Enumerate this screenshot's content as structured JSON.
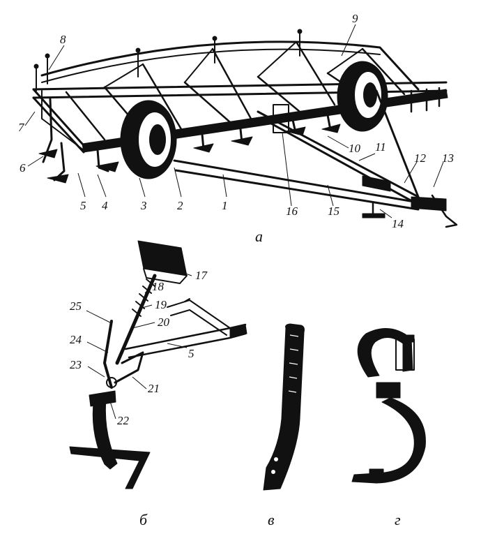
{
  "figure_a": {
    "caption": "а",
    "labels": [
      "1",
      "2",
      "3",
      "4",
      "5",
      "6",
      "7",
      "8",
      "9",
      "10",
      "11",
      "12",
      "13",
      "14",
      "15",
      "16"
    ]
  },
  "figure_b": {
    "caption": "б",
    "labels": [
      "17",
      "18",
      "19",
      "20",
      "5",
      "21",
      "22",
      "23",
      "24",
      "25"
    ]
  },
  "figure_v": {
    "caption": "в"
  },
  "figure_g": {
    "caption": "г"
  }
}
